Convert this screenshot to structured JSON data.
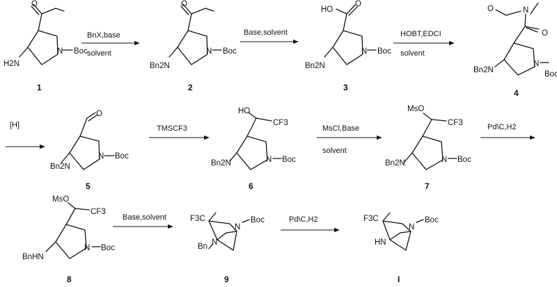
{
  "scheme": {
    "compounds": [
      {
        "id": "c1",
        "number": "1",
        "labels": [
          "O",
          "H2N",
          "N",
          "Boc"
        ]
      },
      {
        "id": "c2",
        "number": "2",
        "labels": [
          "O",
          "Bn2N",
          "N",
          "Boc"
        ]
      },
      {
        "id": "c3",
        "number": "3",
        "labels": [
          "HO",
          "O",
          "Bn2N",
          "N",
          "Boc"
        ]
      },
      {
        "id": "c4",
        "number": "4",
        "labels": [
          "O",
          "N",
          "O",
          "Bn2N",
          "N",
          "Boc"
        ]
      },
      {
        "id": "c5",
        "number": "5",
        "labels": [
          "O",
          "Bn2N",
          "N",
          "Boc"
        ]
      },
      {
        "id": "c6",
        "number": "6",
        "labels": [
          "HO",
          "CF3",
          "Bn2N",
          "N",
          "Boc"
        ]
      },
      {
        "id": "c7",
        "number": "7",
        "labels": [
          "MsO",
          "CF3",
          "Bn2N",
          "N",
          "Boc"
        ]
      },
      {
        "id": "c8",
        "number": "8",
        "labels": [
          "MsO",
          "CF3",
          "BnHN",
          "N",
          "Boc"
        ]
      },
      {
        "id": "c9",
        "number": "9",
        "labels": [
          "F3C",
          "N",
          "Boc",
          "Bn",
          "N"
        ]
      },
      {
        "id": "cI",
        "number": "I",
        "labels": [
          "F3C",
          "N",
          "Boc",
          "HN"
        ]
      }
    ],
    "arrows": [
      {
        "above": "BnX,base",
        "below": "solvent"
      },
      {
        "above": "Base,solvent",
        "below": ""
      },
      {
        "above": "HOBT,EDCI",
        "below": "solvent"
      },
      {
        "above": "[H]",
        "below": ""
      },
      {
        "above": "TMSCF3",
        "below": ""
      },
      {
        "above": "MsCl,Base",
        "below": "solvent"
      },
      {
        "above": "Pd\\C,H2",
        "below": ""
      },
      {
        "above": "Base,solvent",
        "below": ""
      },
      {
        "above": "Pd\\C,H2",
        "below": ""
      }
    ]
  }
}
